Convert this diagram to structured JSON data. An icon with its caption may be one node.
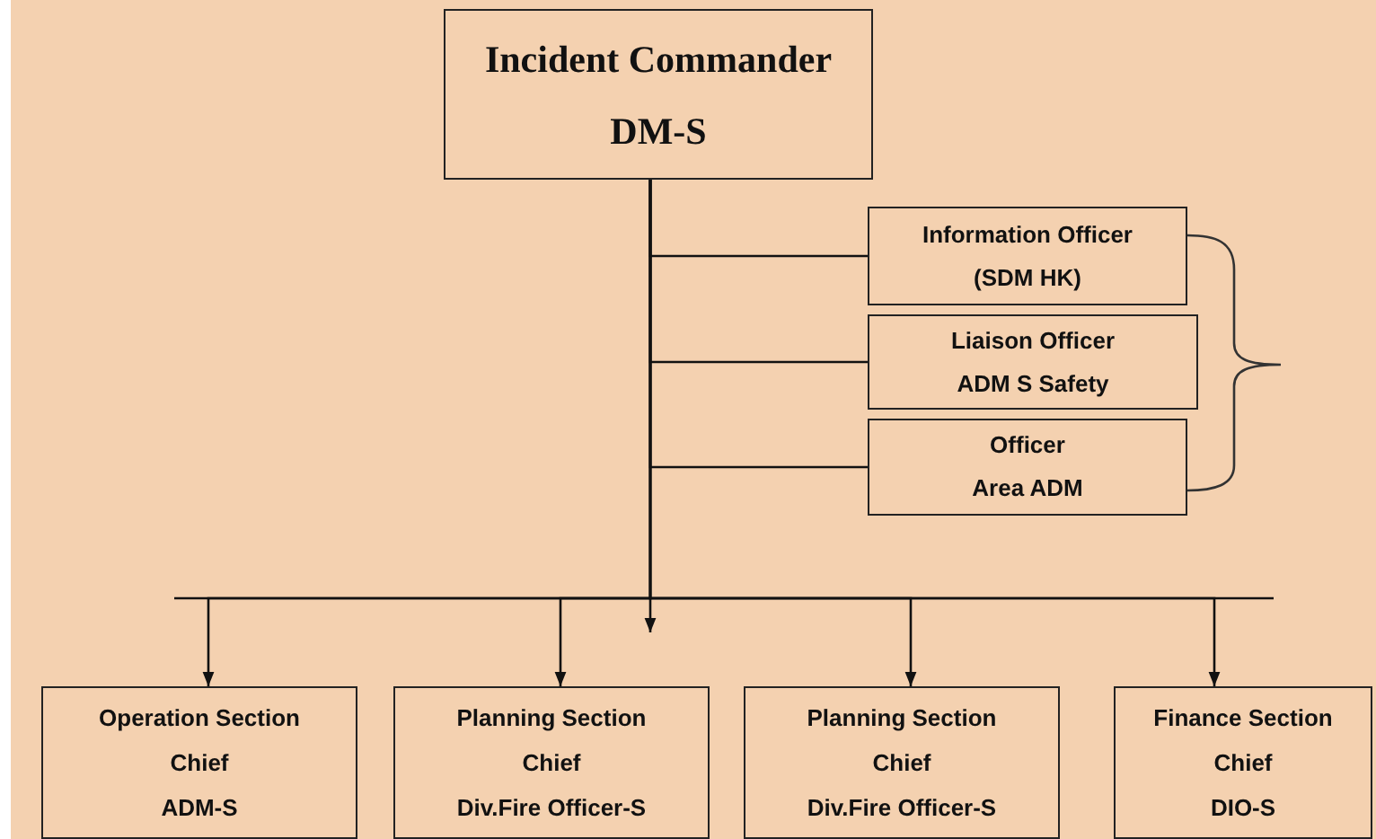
{
  "diagram": {
    "nodes": [
      {
        "text": [
          "Incident Commander",
          "DM-S"
        ]
      },
      {
        "text": [
          "Information Officer",
          "(SDM HK)"
        ]
      },
      {
        "text": [
          "Liaison Officer",
          "ADM S Safety"
        ]
      },
      {
        "text": [
          "Officer",
          "Area ADM"
        ]
      },
      {
        "text": [
          "Operation Section Chief",
          "ADM-S"
        ]
      },
      {
        "text": [
          "Planning Section Chief",
          "Div.Fire Officer-S"
        ]
      },
      {
        "text": [
          "Planning Section Chief",
          "Div.Fire Officer-S"
        ]
      },
      {
        "text": [
          "Finance Section Chief",
          "DIO-S"
        ]
      }
    ],
    "edges": [
      {
        "from": 0,
        "to": 1,
        "arrow": "none"
      },
      {
        "from": 0,
        "to": 2,
        "arrow": "none"
      },
      {
        "from": 0,
        "to": 3,
        "arrow": "none"
      },
      {
        "from": 0,
        "to": 4,
        "arrow": "to"
      },
      {
        "from": 0,
        "to": 5,
        "arrow": "to"
      },
      {
        "from": 0,
        "to": 6,
        "arrow": "to"
      },
      {
        "from": 0,
        "to": 7,
        "arrow": "to"
      }
    ]
  }
}
